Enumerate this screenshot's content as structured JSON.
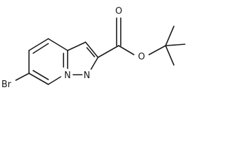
{
  "colors": {
    "bond": "#1a1a1a",
    "background": "#ffffff"
  },
  "atoms": {
    "bromine": "Br",
    "ring_nitrogen_bridge": "N",
    "ring_nitrogen_pyrazole": "N",
    "ester_carbonyl_oxygen": "O",
    "ester_ether_oxygen": "O"
  }
}
